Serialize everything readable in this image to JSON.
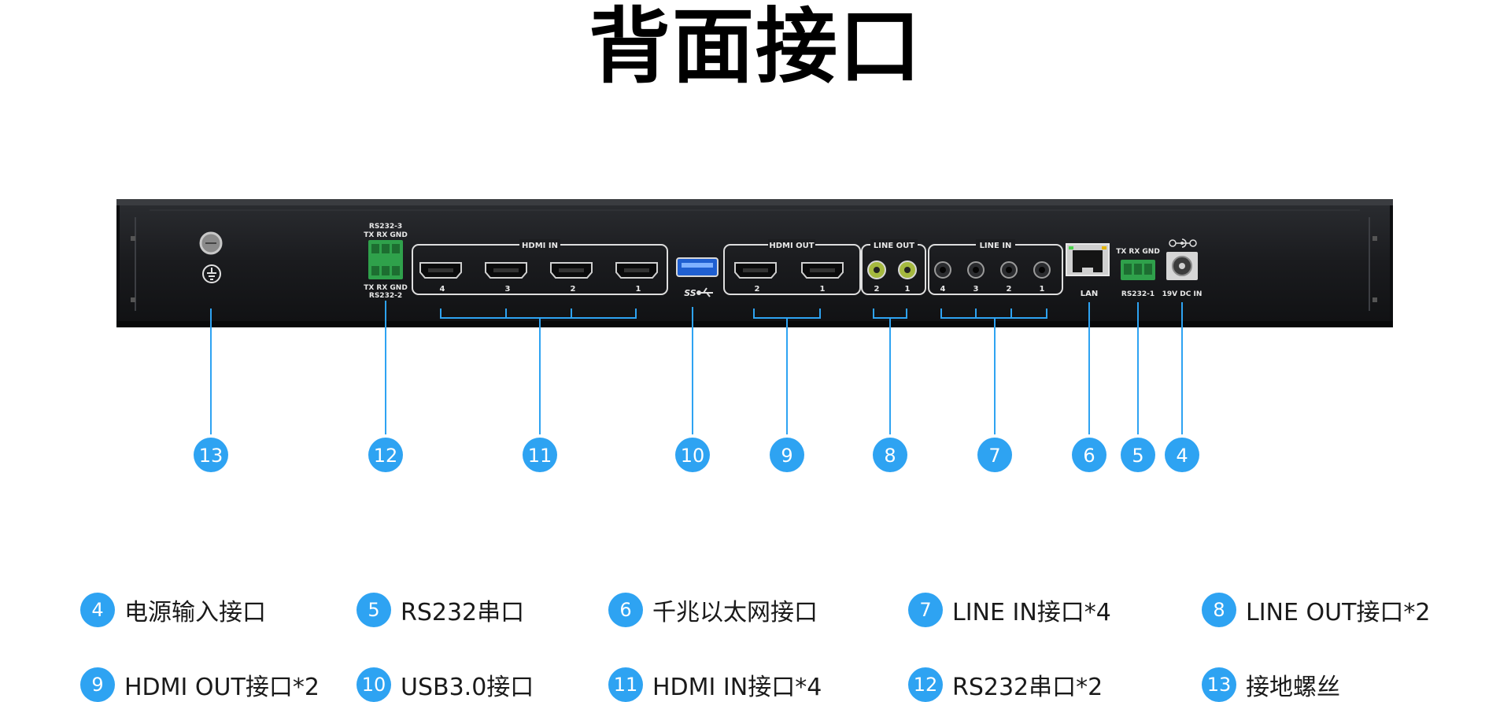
{
  "title": "背面接口",
  "panel": {
    "rs232_3": "RS232-3",
    "rs232_top_pins": "TX RX GND",
    "rs232_bottom_pins": "TX RX GND",
    "rs232_2": "RS232-2",
    "hdmi_in_title": "HDMI IN",
    "hdmi_in_ports": [
      "4",
      "3",
      "2",
      "1"
    ],
    "usb_label": "SS",
    "hdmi_out_title": "HDMI OUT",
    "hdmi_out_ports": [
      "2",
      "1"
    ],
    "line_out_title": "LINE OUT",
    "line_out_ports": [
      "2",
      "1"
    ],
    "line_in_title": "LINE IN",
    "line_in_ports": [
      "4",
      "3",
      "2",
      "1"
    ],
    "lan": "LAN",
    "rs232_1_pins": "TX RX GND",
    "rs232_1": "RS232-1",
    "power": "19V DC IN"
  },
  "callouts": [
    "13",
    "12",
    "11",
    "10",
    "9",
    "8",
    "7",
    "6",
    "5",
    "4"
  ],
  "legend": [
    {
      "num": "4",
      "label": "电源输入接口"
    },
    {
      "num": "5",
      "label": "RS232串口"
    },
    {
      "num": "6",
      "label": "千兆以太网接口"
    },
    {
      "num": "7",
      "label": "LINE IN接口*4"
    },
    {
      "num": "8",
      "label": "LINE OUT接口*2"
    },
    {
      "num": "9",
      "label": "HDMI OUT接口*2"
    },
    {
      "num": "10",
      "label": "USB3.0接口"
    },
    {
      "num": "11",
      "label": "HDMI IN接口*4"
    },
    {
      "num": "12",
      "label": "RS232串口*2"
    },
    {
      "num": "13",
      "label": "接地螺丝"
    }
  ],
  "colors": {
    "accent": "#2ea3f2",
    "panel": "#1b1d20"
  }
}
